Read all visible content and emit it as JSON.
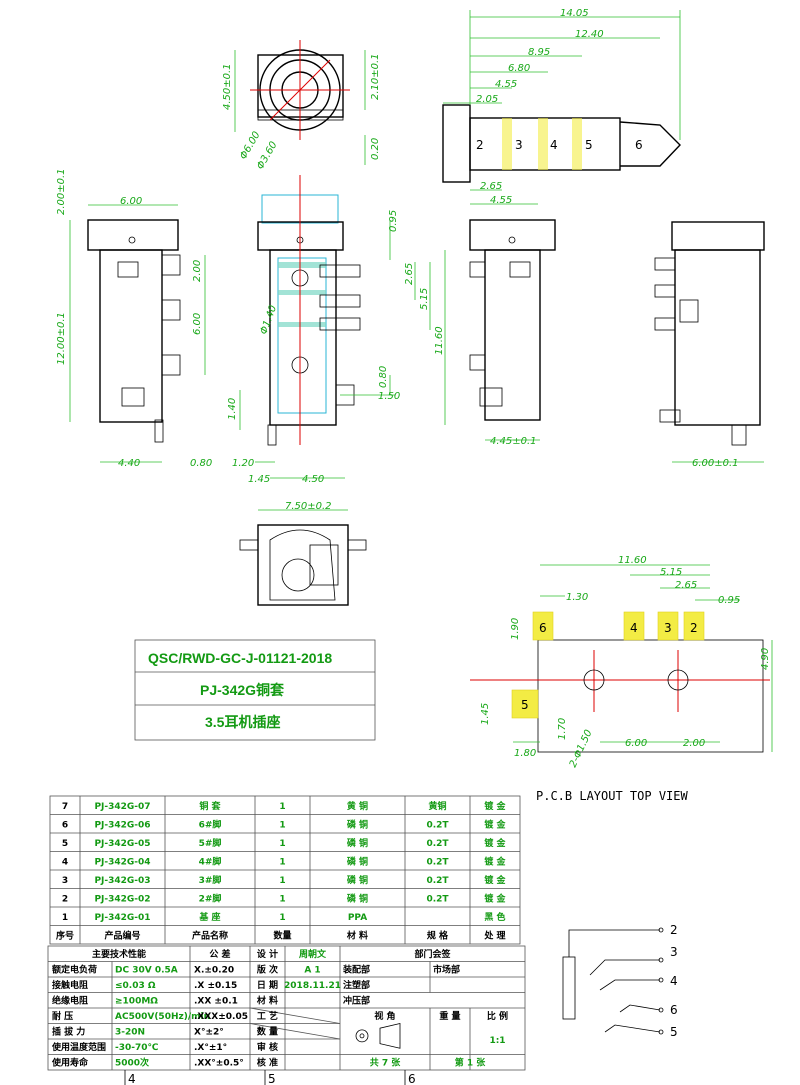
{
  "top_view": {
    "d1": "4.50±0.1",
    "d2": "2.10±0.1",
    "d3": "Φ6.00",
    "d4": "Φ3.60",
    "d5": "0.20"
  },
  "plug": {
    "d14": "14.05",
    "d12": "12.40",
    "d9": "8.95",
    "d6": "6.80",
    "d4": "4.55",
    "d2": "2.05",
    "b1": "2.65",
    "b2": "4.55",
    "pins": [
      "2",
      "3",
      "4",
      "5",
      "6"
    ]
  },
  "left_view": {
    "w": "6.00",
    "top": "2.00±0.1",
    "h": "12.00±0.1",
    "a": "2.00",
    "b": "6.00",
    "c": "1.40",
    "d": "4.40",
    "e": "0.80"
  },
  "front_view": {
    "a": "0.95",
    "b": "2.65",
    "c": "5.15",
    "d": "11.60",
    "e": "0.80",
    "f": "1.50",
    "g": "1.20",
    "h": "1.45",
    "i": "4.50",
    "j": "Φ1.40"
  },
  "right_view": {
    "w": "4.45±0.1"
  },
  "side_view": {
    "w": "6.00±0.1"
  },
  "bottom_view": {
    "w": "7.50±0.2"
  },
  "pcb": {
    "title": "P.C.B LAYOUT TOP VIEW",
    "d1": "11.60",
    "d2": "5.15",
    "d3": "2.65",
    "d4": "0.95",
    "d5": "1.30",
    "d6": "1.90",
    "d7": "4.90",
    "d8": "1.45",
    "d9": "1.70",
    "d10": "2-Φ1.50",
    "d11": "1.80",
    "d12": "6.00",
    "d13": "2.00",
    "pads": [
      "6",
      "4",
      "3",
      "2",
      "5"
    ]
  },
  "title_block": {
    "code": "QSC/RWD-GC-J-01121-2018",
    "part": "PJ-342G铜套",
    "name": "3.5耳机插座"
  },
  "parts": {
    "headers": [
      "序号",
      "产品编号",
      "产品名称",
      "数量",
      "材 料",
      "规 格",
      "处 理"
    ],
    "rows": [
      [
        "7",
        "PJ-342G-07",
        "铜 套",
        "1",
        "黄 铜",
        "黄铜",
        "镀 金"
      ],
      [
        "6",
        "PJ-342G-06",
        "6#脚",
        "1",
        "磷 铜",
        "0.2T",
        "镀 金"
      ],
      [
        "5",
        "PJ-342G-05",
        "5#脚",
        "1",
        "磷 铜",
        "0.2T",
        "镀 金"
      ],
      [
        "4",
        "PJ-342G-04",
        "4#脚",
        "1",
        "磷 铜",
        "0.2T",
        "镀 金"
      ],
      [
        "3",
        "PJ-342G-03",
        "3#脚",
        "1",
        "磷 铜",
        "0.2T",
        "镀 金"
      ],
      [
        "2",
        "PJ-342G-02",
        "2#脚",
        "1",
        "磷 铜",
        "0.2T",
        "镀 金"
      ],
      [
        "1",
        "PJ-342G-01",
        "基 座",
        "1",
        "PPA",
        "",
        "黑 色"
      ]
    ]
  },
  "spec": {
    "title": "主要技术性能",
    "rows": [
      [
        "额定电负荷",
        "DC 30V 0.5A"
      ],
      [
        "接触电阻",
        "≤0.03 Ω"
      ],
      [
        "绝缘电阻",
        "≥100MΩ"
      ],
      [
        "耐 压",
        "AC500V(50Hz)/min"
      ],
      [
        "插 拔 力",
        "3-20N"
      ],
      [
        "使用温度范围",
        "-30-70℃"
      ],
      [
        "使用寿命",
        "5000次"
      ]
    ],
    "tol_title": "公 差",
    "tols": [
      "X.±0.20",
      ".X ±0.15",
      ".XX ±0.1",
      ".XXX±0.05",
      "X°±2°",
      ".X°±1°",
      ".XX°±0.5°"
    ],
    "info_labels": [
      "设 计",
      "版 次",
      "日 期",
      "材 料",
      "工 艺",
      "数 量",
      "审 核",
      "核 准"
    ],
    "info_values": [
      "周朝文",
      "A 1",
      "2018.11.21"
    ],
    "dept": "部门会签",
    "depts": [
      "装配部",
      "市场部",
      "注塑部",
      "冲压部"
    ],
    "view": "视 角",
    "weight": "重 量",
    "scale": "比 例",
    "scale_val": "1:1",
    "sheets": "共 7 张",
    "sheet": "第 1 张"
  },
  "schematic": {
    "pins": [
      "2",
      "3",
      "4",
      "6",
      "5"
    ]
  },
  "grid": {
    "b1": "4",
    "b2": "5",
    "b3": "6"
  }
}
